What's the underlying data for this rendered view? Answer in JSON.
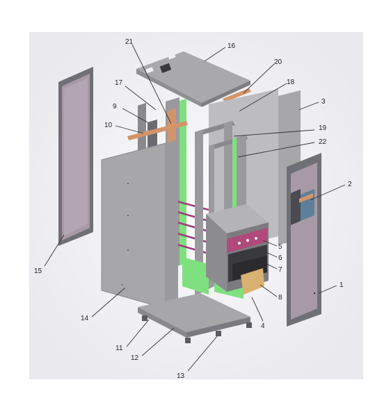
{
  "diagram": {
    "callouts": [
      "1",
      "2",
      "3",
      "4",
      "5",
      "6",
      "7",
      "8",
      "9",
      "10",
      "11",
      "12",
      "13",
      "14",
      "15",
      "16",
      "17",
      "18",
      "19",
      "20",
      "21",
      "22"
    ]
  },
  "colors": {
    "background_light": "#f4f4f6",
    "panel_gray": "#a7a7a9",
    "door_frame": "#7a7a80",
    "door_glass": "#a79aa6",
    "frame_steel": "#9a9a9e",
    "green_rail": "#7fe07f",
    "orange_bracket": "#d2956a",
    "purple_rail": "#a23a7a"
  }
}
